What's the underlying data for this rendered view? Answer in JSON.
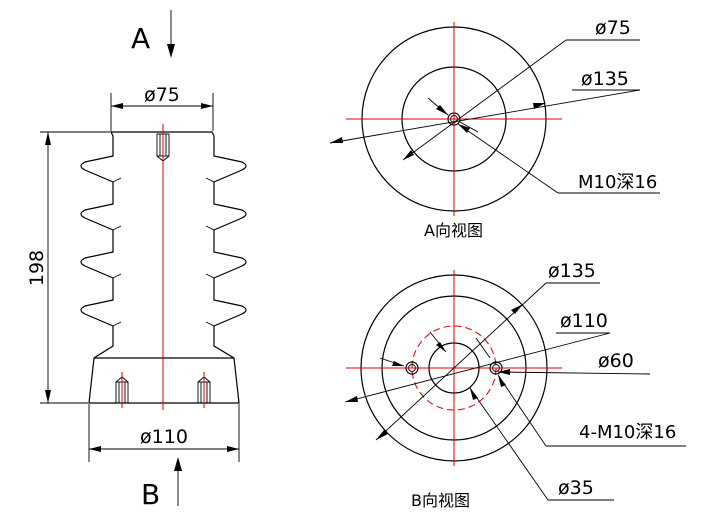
{
  "front_view": {
    "section_a": "A",
    "section_b": "B",
    "dim_top_diameter": "ø75",
    "dim_height": "198",
    "dim_base_diameter": "ø110"
  },
  "view_a": {
    "title": "A向视图",
    "dim_inner_diameter": "ø75",
    "dim_outer_diameter": "ø135",
    "thread_note": "M10深16"
  },
  "view_b": {
    "title": "B向视图",
    "dim_outer_diameter": "ø135",
    "dim_bolt_circle": "ø110",
    "dim_middle_diameter": "ø60",
    "dim_center_hole": "ø35",
    "thread_note": "4-M10深16"
  },
  "colors": {
    "centerline": "#e00000",
    "outline": "#000000"
  }
}
